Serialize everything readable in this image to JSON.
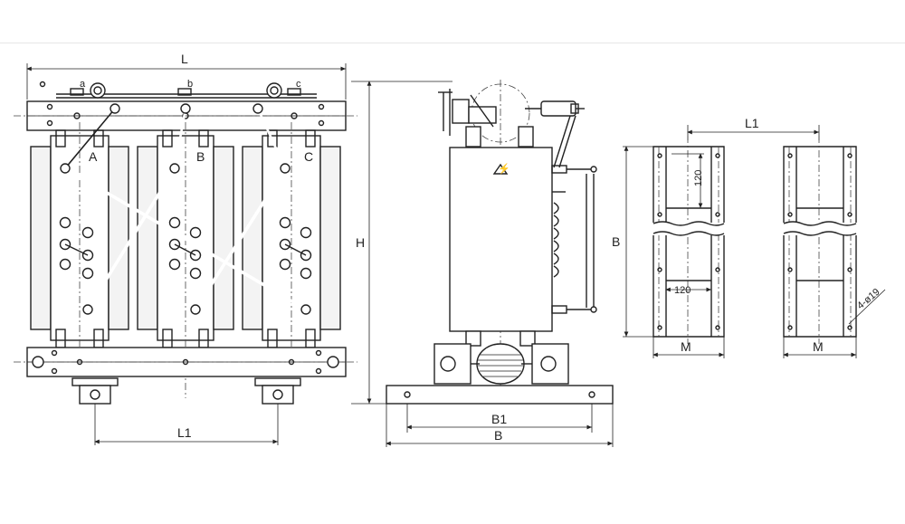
{
  "front": {
    "dim_L": "L",
    "dim_H": "H",
    "dim_L1": "L1",
    "terminal_a": "a",
    "terminal_b": "b",
    "terminal_c": "c",
    "phase_A": "A",
    "phase_B": "B",
    "phase_C": "C"
  },
  "side": {
    "dim_B1": "B1",
    "dim_B": "B"
  },
  "base": {
    "dim_L1": "L1",
    "dim_B": "B",
    "dim_120_top": "120",
    "dim_120_bottom": "120",
    "dim_M_left": "M",
    "dim_M_right": "M",
    "hole_label": "4-ø19"
  }
}
